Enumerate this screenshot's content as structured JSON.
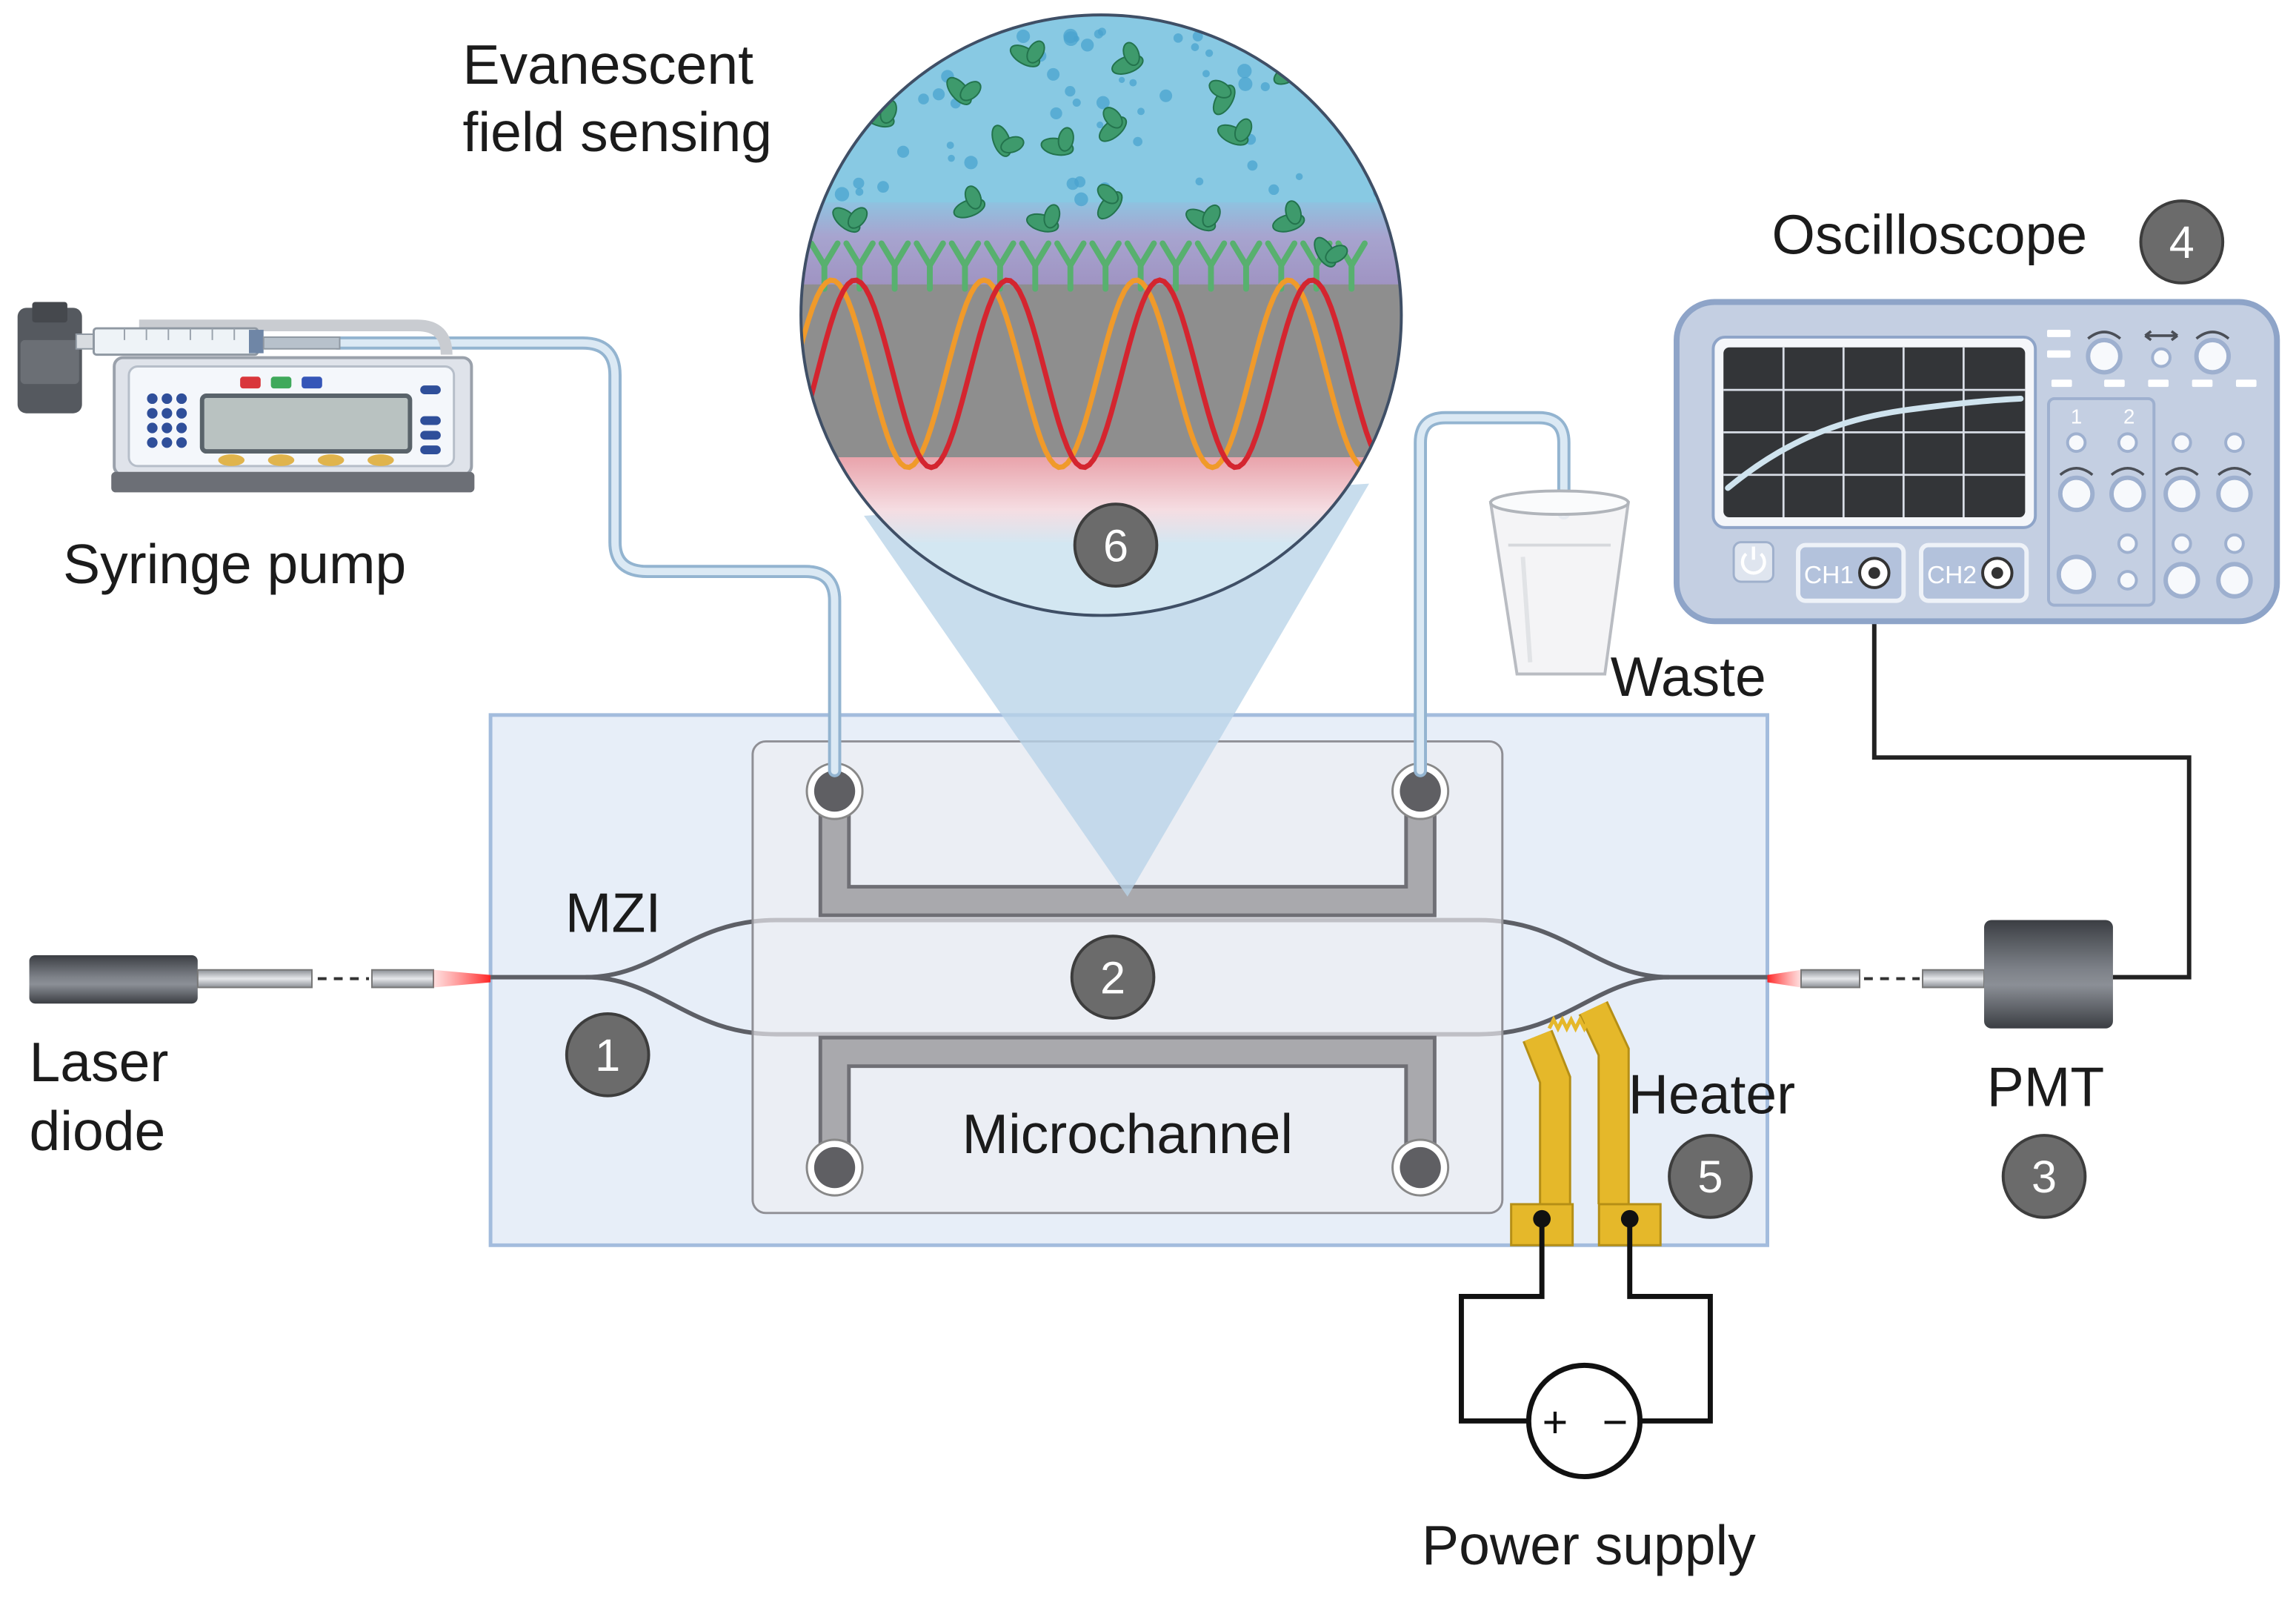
{
  "labels": {
    "evanescent_line1": "Evanescent",
    "evanescent_line2": "field sensing",
    "syringe_pump": "Syringe pump",
    "oscilloscope": "Oscilloscope",
    "waste": "Waste",
    "mzi": "MZI",
    "laser_line1": "Laser",
    "laser_line2": "diode",
    "microchannel": "Microchannel",
    "heater": "Heater",
    "pmt": "PMT",
    "power_supply": "Power supply"
  },
  "badges": {
    "mzi": "1",
    "interferometer_arms": "2",
    "pmt": "3",
    "oscilloscope": "4",
    "heater": "5",
    "sensing": "6"
  },
  "oscilloscope": {
    "ch1_label": "CH1",
    "ch2_label": "CH2",
    "panel_channel_1": "1",
    "panel_channel_2": "2"
  },
  "power_supply": {
    "plus_sign": "+",
    "minus_sign": "−"
  },
  "colors": {
    "chip": "#e7eef8",
    "heater_electrode": "#e5b82a",
    "wave_red": "#d4252f",
    "wave_orange": "#f09a2a",
    "antibody": "#58b06f",
    "protein": "#3e9a6c",
    "badge": "#6b6b6b",
    "tubing": "#dbe9f4"
  }
}
